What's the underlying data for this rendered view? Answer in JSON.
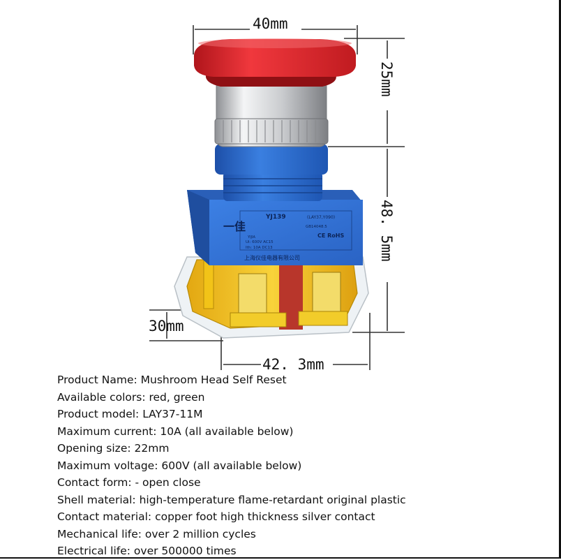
{
  "dimensions": {
    "head_width": "40mm",
    "head_height": "25mm",
    "body_height": "48. 5mm",
    "body_depth": "30mm",
    "body_width": "42. 3mm"
  },
  "product_print": {
    "brand_mark": "一佳",
    "brand_sub": "YIJIA",
    "model": "YJ139",
    "model_alt": "(LAY37,Y090)",
    "standard": "GB14048.5",
    "rating_line_1": "Ui: 600V  AC15",
    "rating_line_2": "Ith: 10A   DC13",
    "cert": "CE RoHS",
    "company": "上海仪佳电器有限公司"
  },
  "specs": [
    "Product Name: Mushroom Head Self Reset",
    "Available colors: red, green",
    "Product model: LAY37-11M",
    "Maximum current: 10A (all available below)",
    "Opening size: 22mm",
    "Maximum voltage: 600V (all available below)",
    "Contact form: - open close",
    "Shell material: high-temperature flame-retardant original plastic",
    "Contact material: copper foot high thickness silver contact",
    "Mechanical life: over 2 million cycles",
    "Electrical life: over 500000 times"
  ],
  "colors": {
    "cap_red": "#e0242b",
    "ring_silver": "#d9dadc",
    "body_blue": "#2f6fd2",
    "base_yellow": "#f2c318",
    "dimension_line": "#333333"
  }
}
